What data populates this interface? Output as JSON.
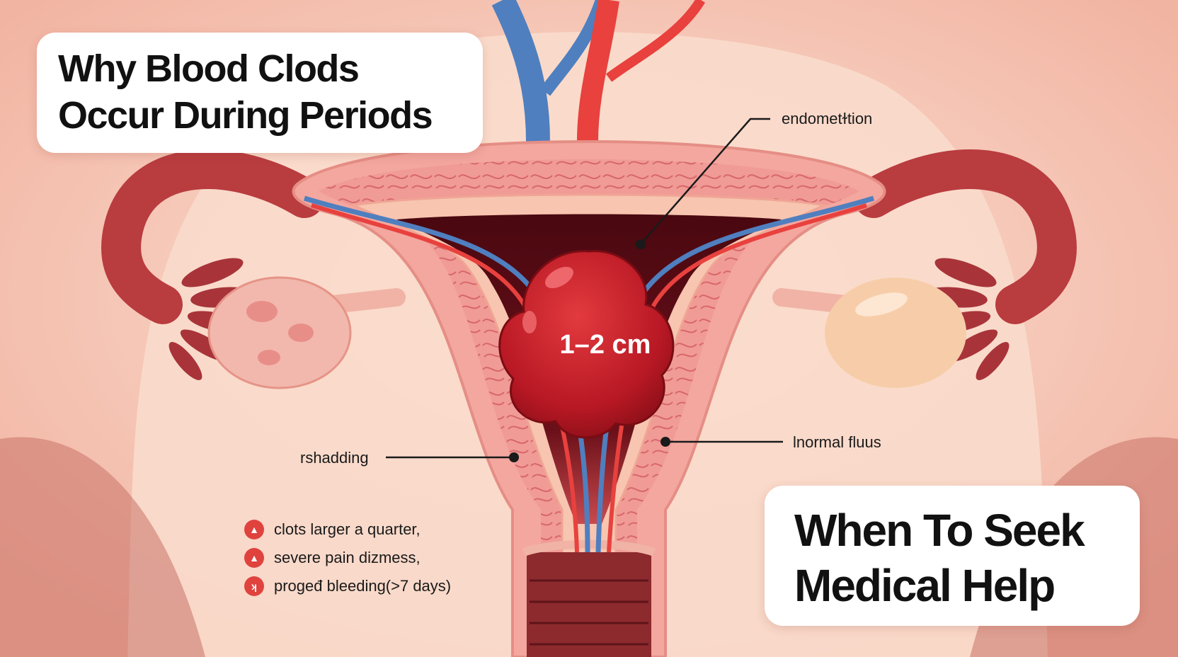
{
  "title": {
    "line1": "Why Blood Clods",
    "line2": "Occur During Periods"
  },
  "labels": {
    "endometrium": "endometɫtion",
    "shedding": "rshadding",
    "normal_flow": "lnormal fluus",
    "clot_size": "1–2 cm"
  },
  "warnings": [
    {
      "icon": "warning-triangle-icon",
      "glyph": "▲",
      "text": "clots larger a quarter,"
    },
    {
      "icon": "warning-triangle-icon",
      "glyph": "▲",
      "text": "severe pain dizmess,"
    },
    {
      "icon": "warning-mark-icon",
      "glyph": "ʞ",
      "text": "progeđ bleeding(>7 days)"
    }
  ],
  "help": {
    "line1": "When To Seek",
    "line2": "Medical Help"
  },
  "colors": {
    "background": "#f4c2b0",
    "tube": "#b93c3f",
    "ovary": "#f2b8ad",
    "cavity": "#5e0c14",
    "clot": "#c4202b",
    "vein": "#4f7fbf",
    "artery": "#e8413e",
    "warning": "#e0433e"
  }
}
